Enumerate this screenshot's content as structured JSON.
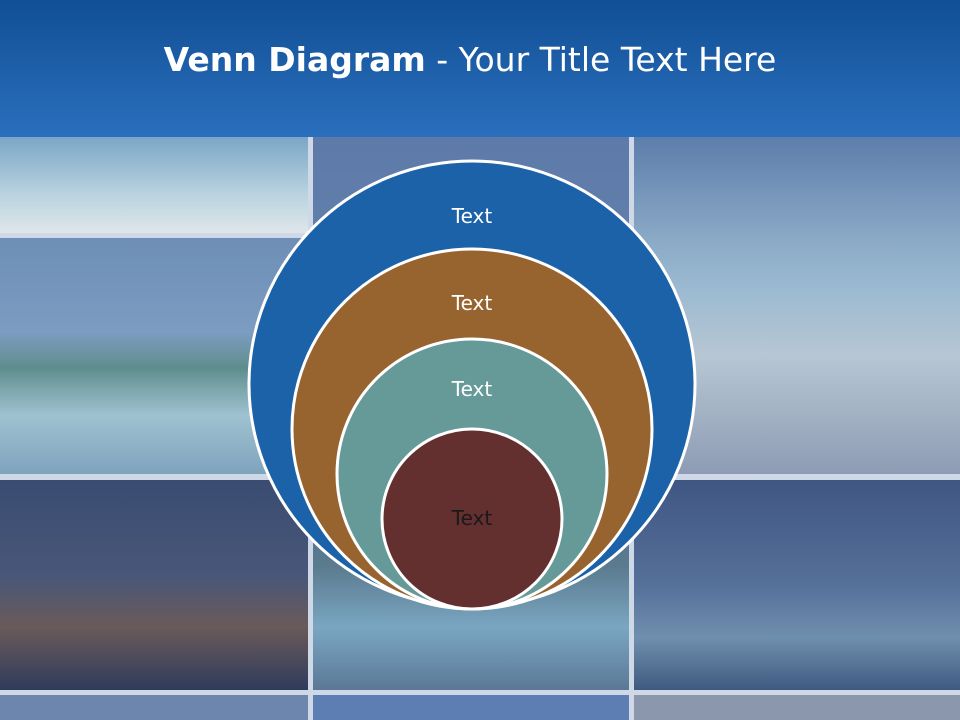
{
  "header": {
    "title_bold": "Venn Diagram",
    "title_rest": " - Your Title Text Here"
  },
  "diagram": {
    "circles": [
      {
        "label": "Text",
        "color": "#1c62a8"
      },
      {
        "label": "Text",
        "color": "#976430"
      },
      {
        "label": "Text",
        "color": "#669a98"
      },
      {
        "label": "Text",
        "color": "#632f2f"
      }
    ],
    "outline_color": "#ffffff"
  },
  "background": {
    "description_colors": [
      "#8fb6d6",
      "#6f91b8",
      "#4c6c97",
      "#3c5580"
    ]
  }
}
